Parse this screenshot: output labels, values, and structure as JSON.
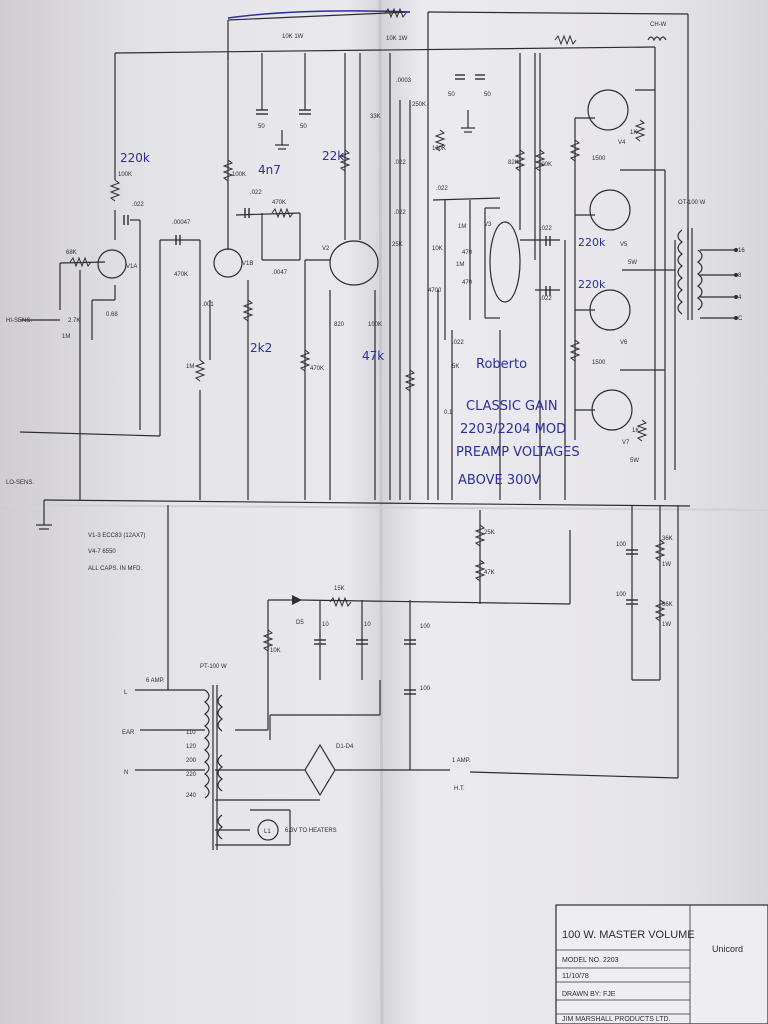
{
  "title_block": {
    "title": "100 W. MASTER VOLUME",
    "model": "MODEL NO. 2203",
    "date": "11/10/78",
    "drawn_by": "DRAWN BY: FJE",
    "company_line": "JIM MARSHALL PRODUCTS LTD.",
    "stamp": "Unicord"
  },
  "notes": {
    "line1": "V1-3  ECC83 (12AX7)",
    "line2": "V4-7  6550",
    "line3": "ALL CAPS. IN MFD."
  },
  "handwritten": {
    "name": "Roberto",
    "line1": "CLASSIC GAIN",
    "line2": "2203/2204 MOD",
    "line3": "PREAMP VOLTAGES",
    "line4": "ABOVE 300V",
    "val_220k_a": "220k",
    "val_220k_b": "220k",
    "val_220k_c": "220k",
    "val_4n7": "4n7",
    "val_22k": "22k",
    "val_2k2": "2k2",
    "val_47k": "47k"
  },
  "inputs": {
    "hi_sens": "HI-SENS.",
    "lo_sens": "LO-SENS."
  },
  "tubes": {
    "v1a": "V1A",
    "v1b": "V1B",
    "v2": "V2",
    "v3": "V3",
    "v4": "V4",
    "v5": "V5",
    "v6": "V6",
    "v7": "V7"
  },
  "components": {
    "r_68k": "68K",
    "r_2k7": "2.7K",
    "c_68": "0.68",
    "r_1m_a": "1M",
    "r_100k_a": "100K",
    "c_022_a": ".022",
    "c_00047": ".00047",
    "r_470k_a": "470K",
    "r_100k_b": "100K",
    "c_022_b": ".022",
    "r_470k_b": "470K",
    "c_0047": ".0047",
    "c_001": ".001",
    "r_1m_v": "1M",
    "r_820": "820",
    "r_470k_c": "470K",
    "r_100k_c": "100K",
    "r_10k_1w": "10K 1W",
    "pot_10k": "10K 1W",
    "c_50_a": "50",
    "c_50_b": "50",
    "c_0003": ".0003",
    "r_33k": "33K",
    "r_250k": "250K",
    "c_022_c": ".022",
    "r_25k": "25K",
    "c_022_d": ".022",
    "r_100k_d": "100K",
    "c_022_e": ".022",
    "r_10k_a": "10K",
    "r_1m_b": "1M",
    "r_470_a": "470",
    "r_470_b": "470",
    "r_4700": "4700",
    "r_1m_c": "1M",
    "c_022_f": ".022",
    "r_5k": "5K",
    "c_01": "0.1",
    "r_82k": "82K",
    "r_100k_e": "100K",
    "c_022_g": ".022",
    "c_022_h": ".022",
    "r_1500_a": "1500",
    "r_1500_b": "1500",
    "r_1k_a": "1K",
    "r_1k_b": "1K",
    "r_5w_a": "5W",
    "r_5w_b": "5W",
    "c_50_c": "50",
    "c_50_d": "50",
    "choke": "CH-W",
    "ot": "OT-100 W",
    "r_15k": "15K",
    "r_47k": "47K",
    "r_25k_b": "25K",
    "r_10k_b": "10K",
    "c_10_a": "10",
    "c_10_b": "10",
    "c_100_a": "100",
    "c_100_b": "100",
    "c_100_c": "100",
    "c_100_d": "100",
    "r_36k_a": "36K",
    "r_36k_b": "36K",
    "r_1w_a": "1W",
    "r_1w_b": "1W",
    "d5": "D5",
    "d1d4": "D1-D4",
    "pt": "PT-100 W",
    "fuse_mains": "6 AMP.",
    "fuse_ht": "1 AMP.",
    "ht": "H.T.",
    "heaters": "6.3V TO HEATERS",
    "lamp": "L1",
    "mains_l": "L",
    "mains_e": "EAR",
    "mains_n": "N",
    "tap_110": "110",
    "tap_120": "120",
    "tap_200": "200",
    "tap_220": "220",
    "tap_240": "240",
    "out_16": "16",
    "out_8": "8",
    "out_4": "4",
    "out_c": "C"
  },
  "colors": {
    "ink": "#2c2c34",
    "pen": "#2b2f9c",
    "paper": "#e6e5e9"
  }
}
